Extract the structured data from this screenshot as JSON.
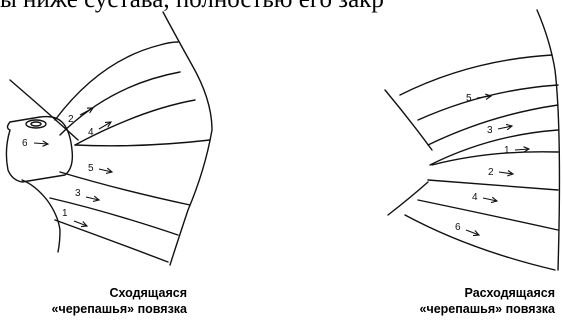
{
  "top_text": "ы ниже сустава, полностью его закр",
  "left_figure": {
    "caption_line1": "Сходящаяся",
    "caption_line2": "«черепашья» повязка",
    "labels": [
      "2",
      "4",
      "6",
      "5",
      "3",
      "1"
    ]
  },
  "right_figure": {
    "caption_line1": "Расходящаяся",
    "caption_line2": "«черепашья» повязка",
    "labels": [
      "5",
      "3",
      "1",
      "2",
      "4",
      "6"
    ]
  }
}
